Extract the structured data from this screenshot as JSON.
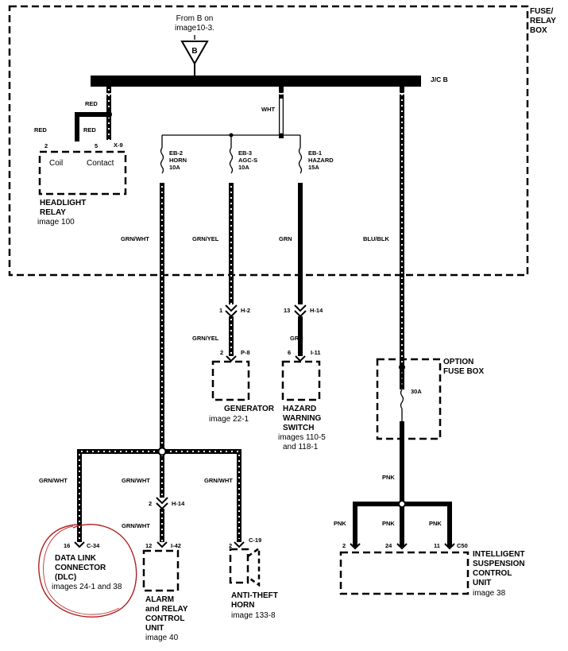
{
  "source": {
    "line1": "From B on",
    "line2": "image10-3.",
    "letter": "B"
  },
  "fuse_box": {
    "line1": "FUSE/",
    "line2": "RELAY",
    "line3": "BOX"
  },
  "bus_label": "J/C B",
  "wires": {
    "red": "RED",
    "wht": "WHT",
    "grn_wht": "GRN/WHT",
    "grn_yel": "GRN/YEL",
    "grn": "GRN",
    "blu_blk": "BLU/BLK",
    "pnk": "PNK"
  },
  "fuses": {
    "horn": {
      "id": "EB-2",
      "name": "HORN",
      "rating": "10A"
    },
    "agcs": {
      "id": "EB-3",
      "name": "AGC-S",
      "rating": "10A"
    },
    "hazard": {
      "id": "EB-1",
      "name": "HAZARD",
      "rating": "15A"
    },
    "option": {
      "rating": "30A"
    }
  },
  "headlight_relay": {
    "pin_coil": "2",
    "pin_contact": "5",
    "connector": "X-9",
    "coil_label": "Coil",
    "contact_label": "Contact",
    "name1": "HEADLIGHT",
    "name2": "RELAY",
    "ref": "image 100"
  },
  "connectors": {
    "h2": {
      "pin": "1",
      "id": "H-2"
    },
    "h14a": {
      "pin": "13",
      "id": "H-14"
    },
    "p8": {
      "pin": "2",
      "id": "P-8"
    },
    "i11": {
      "pin": "6",
      "id": "I-11"
    },
    "h14b": {
      "pin": "2",
      "id": "H-14"
    },
    "c34": {
      "pin": "16",
      "id": "C-34"
    },
    "i42": {
      "pin": "12",
      "id": "I-42"
    },
    "c19": {
      "pin": "2",
      "id": "C-19"
    },
    "c50": {
      "pin_a": "2",
      "pin_b": "24",
      "pin_c": "11",
      "id": "C50"
    }
  },
  "generator": {
    "name": "GENERATOR",
    "ref": "image 22-1"
  },
  "hazard_switch": {
    "name1": "HAZARD",
    "name2": "WARNING",
    "name3": "SWITCH",
    "ref1": "images 110-5",
    "ref2": "and 118-1"
  },
  "option_fuse_box": {
    "name1": "OPTION",
    "name2": "FUSE BOX"
  },
  "dlc": {
    "name1": "DATA LINK",
    "name2": "CONNECTOR",
    "name3": "(DLC)",
    "ref": "images 24-1 and 38"
  },
  "alarm": {
    "name1": "ALARM",
    "name2": "and RELAY",
    "name3": "CONTROL",
    "name4": "UNIT",
    "ref": "image 40"
  },
  "horn": {
    "name1": "ANTI-THEFT",
    "name2": "HORN",
    "ref": "image 133-8"
  },
  "suspension": {
    "name1": "INTELLIGENT",
    "name2": "SUSPENSION",
    "name3": "CONTROL",
    "name4": "UNIT",
    "ref": "image 38"
  }
}
